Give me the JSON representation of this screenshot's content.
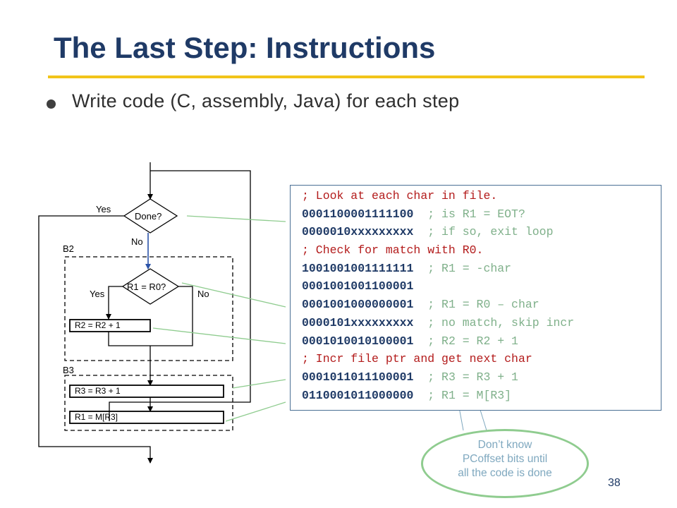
{
  "slide": {
    "title": "The Last Step: Instructions",
    "bullet": "Write code (C, assembly, Java) for each step",
    "page_number": "38"
  },
  "flowchart": {
    "done_label": "Done?",
    "yes_label": "Yes",
    "no_label": "No",
    "block_b2_label": "B2",
    "compare_label": "R1 = R0?",
    "compare_yes_label": "Yes",
    "compare_no_label": "No",
    "r2_increment_label": "R2 = R2 + 1",
    "block_b3_label": "B3",
    "r3_increment_label": "R3 = R3 + 1",
    "load_label": "R1 = M[R3]"
  },
  "code": {
    "lines": [
      {
        "kind": "comment",
        "text": "; Look at each char in file."
      },
      {
        "kind": "instr",
        "bits": "0001100001111100",
        "comment": "  ; is R1 = EOT?"
      },
      {
        "kind": "instr",
        "bits": "0000010xxxxxxxxx",
        "comment": "  ; if so, exit loop"
      },
      {
        "kind": "comment",
        "text": "; Check for match with R0."
      },
      {
        "kind": "instr",
        "bits": "1001001001111111",
        "comment": "  ; R1 = -char"
      },
      {
        "kind": "instr",
        "bits": "0001001001100001",
        "comment": ""
      },
      {
        "kind": "instr",
        "bits": "0001001000000001",
        "comment": "  ; R1 = R0 – char"
      },
      {
        "kind": "instr",
        "bits": "0000101xxxxxxxxx",
        "comment": "  ; no match, skip incr"
      },
      {
        "kind": "instr",
        "bits": "0001010010100001",
        "comment": "  ; R2 = R2 + 1"
      },
      {
        "kind": "comment",
        "text": "; Incr file ptr and get next char"
      },
      {
        "kind": "instr",
        "bits": "0001011011100001",
        "comment": "  ; R3 = R3 + 1"
      },
      {
        "kind": "instr",
        "bits": "0110001011000000",
        "comment": "  ; R1 = M[R3]"
      }
    ]
  },
  "callout": {
    "line1": "Don’t know",
    "line2": "PCoffset bits until",
    "line3": "all the code is done"
  },
  "colors": {
    "title": "#1f3a66",
    "title_rule": "#f2c419",
    "code_red": "#b31b1b",
    "code_bits": "#1f3a66",
    "code_comment": "#7fb08a",
    "connector": "#8fcc8f",
    "bubble_text": "#7fa8bf"
  }
}
